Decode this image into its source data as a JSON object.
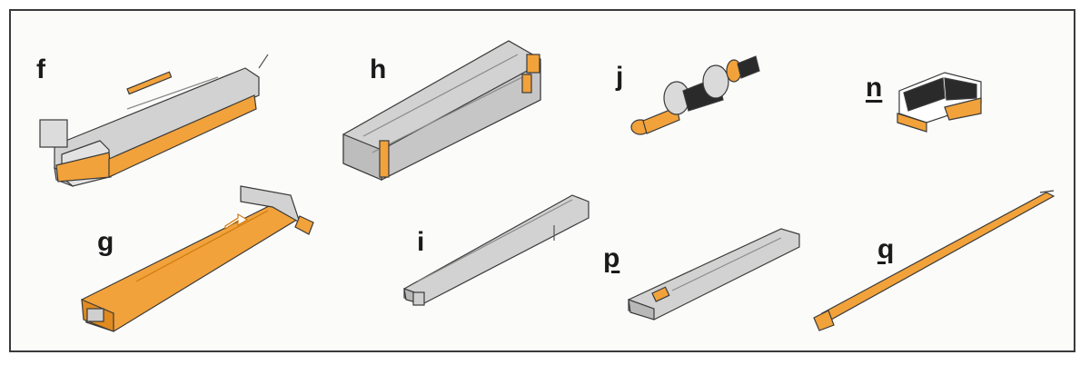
{
  "labels": {
    "f": "f",
    "g": "g",
    "h": "h",
    "i": "i",
    "j": "j",
    "n": "n",
    "p": "p",
    "q": "q"
  },
  "colors": {
    "accent": "#f2a23a",
    "part_gray": "#cfcfcf",
    "line": "#3a3a3a",
    "dark": "#222222"
  }
}
